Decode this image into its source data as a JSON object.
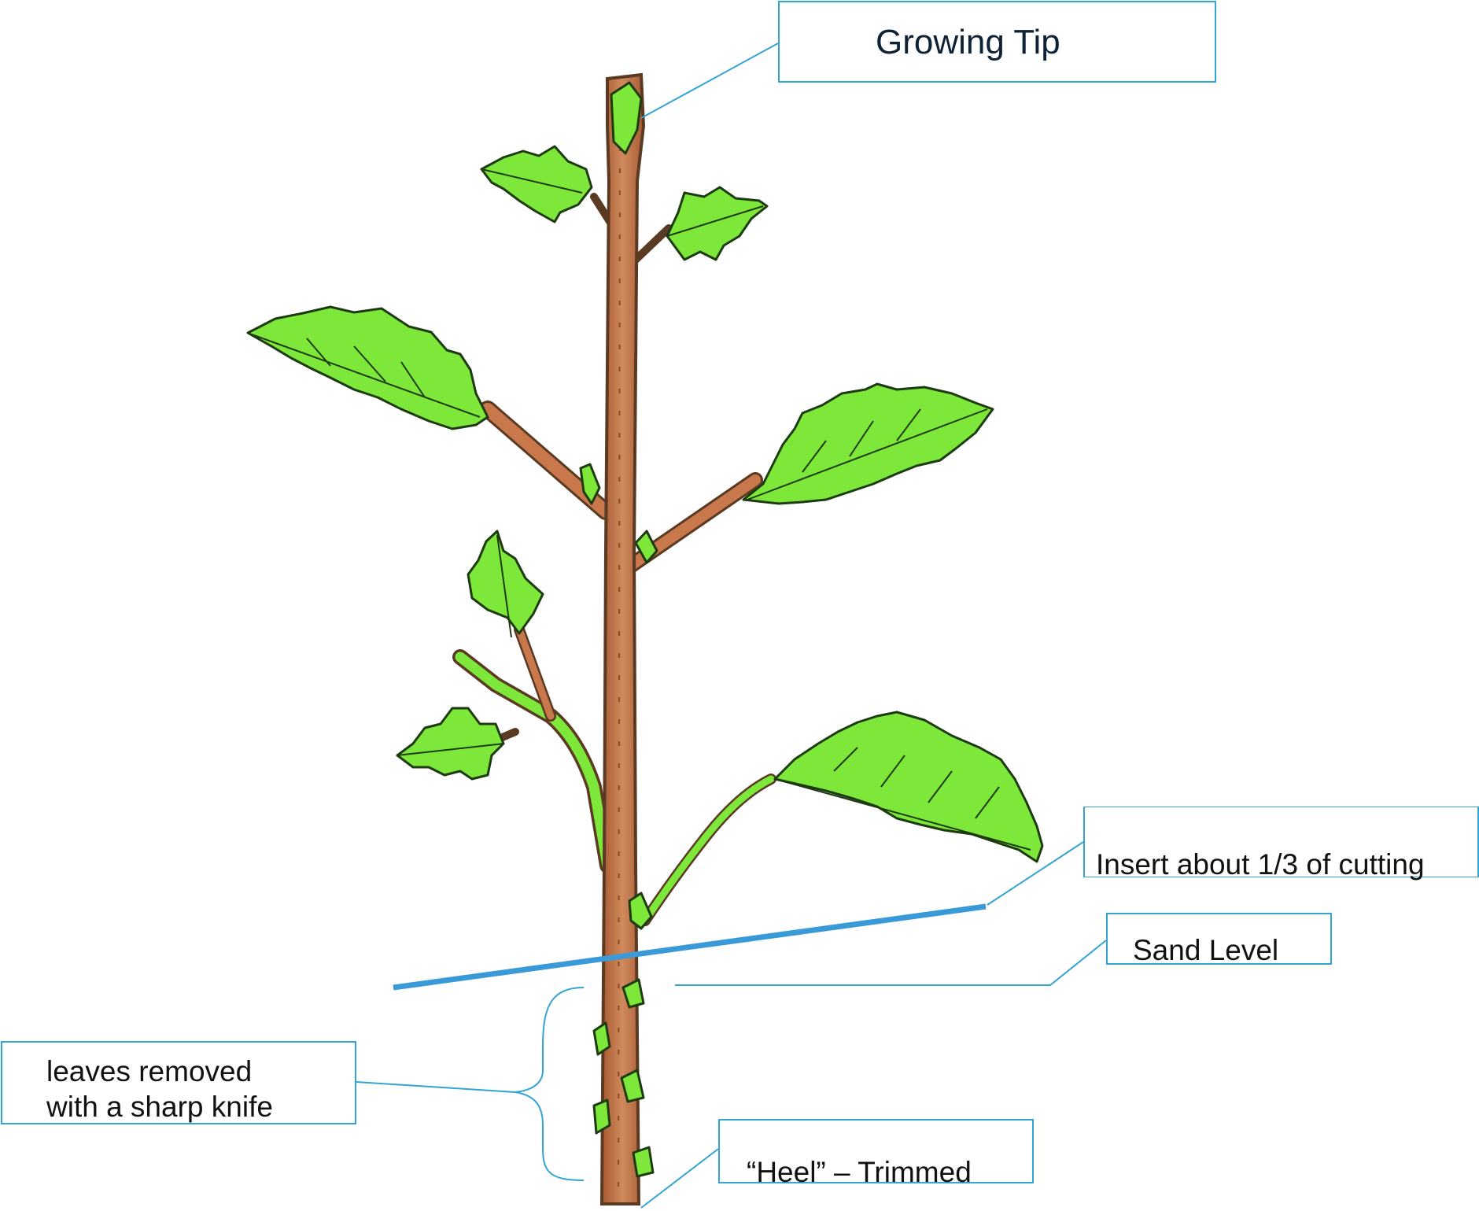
{
  "labels": {
    "growing_tip": "Growing Tip",
    "insert": "Insert about 1/3 of cutting",
    "sand_level": "Sand Level",
    "leaves_removed_line1": "leaves removed",
    "leaves_removed_line2": "with a sharp knife",
    "heel": "“Heel” –  Trimmed"
  },
  "colors": {
    "callout": "#33a4d3",
    "sand_line": "#3a9ad8",
    "stem": "#c8784a",
    "stem_outline": "#5a3a22",
    "leaf": "#7ee83a",
    "leaf_outline": "#1d3a10"
  }
}
